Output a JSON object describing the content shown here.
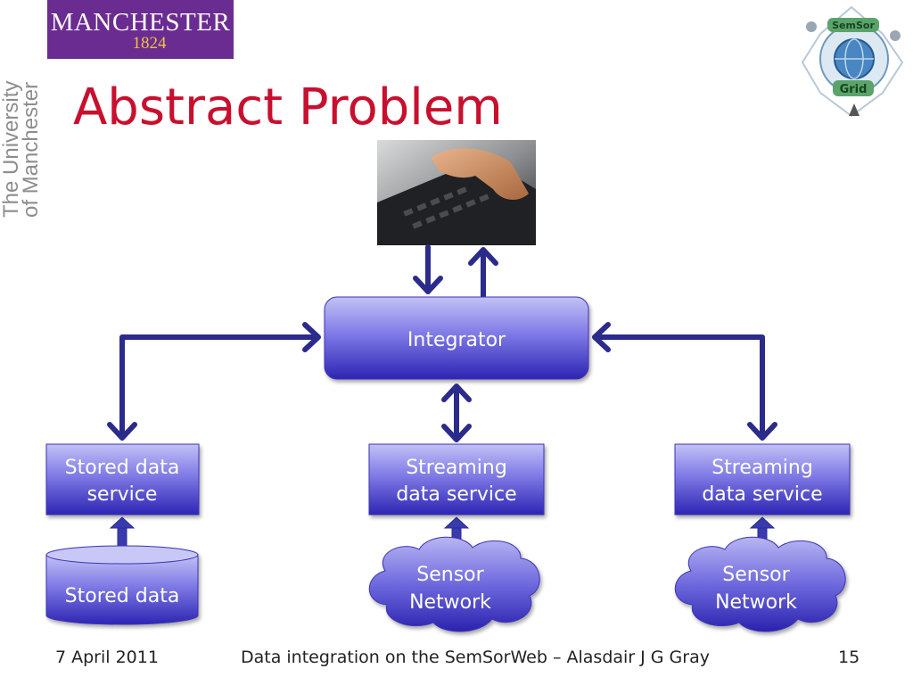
{
  "logo": {
    "name": "MANCHESTER",
    "year": "1824"
  },
  "university": {
    "line1": "The University",
    "line2": "of Manchester"
  },
  "title": "Abstract Problem",
  "nodes": {
    "integrator": "Integrator",
    "stored_service": [
      "Stored data",
      "service"
    ],
    "streaming_service_1": [
      "Streaming",
      "data service"
    ],
    "streaming_service_2": [
      "Streaming",
      "data service"
    ],
    "stored_data": "Stored data",
    "sensor_network_1": [
      "Sensor",
      "Network"
    ],
    "sensor_network_2": [
      "Sensor",
      "Network"
    ]
  },
  "grid_logo": {
    "top": "SemSor",
    "bottom": "Grid"
  },
  "footer": {
    "date": "7 April 2011",
    "center": "Data integration on the SemSorWeb – Alasdair J G Gray",
    "page": "15"
  },
  "colors": {
    "title": "#c8102e",
    "node_gradient_top": "#b7b5f3",
    "node_gradient_bottom": "#2e27b6",
    "arrow": "#2b2b8c",
    "logo_bg": "#6b2c91"
  }
}
